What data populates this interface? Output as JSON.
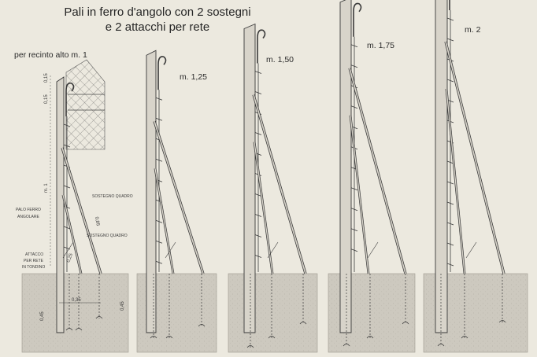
{
  "title_lines": [
    "Pali in ferro d'angolo con 2 sostegni",
    "e 2 attacchi per rete"
  ],
  "subtitle": "per recinto alto m. 1",
  "colors": {
    "paper": "#ece9df",
    "ground": "#cfcbc1",
    "ink": "#3a3a3a",
    "post": "#d8d4ca"
  },
  "posts": [
    {
      "label": "",
      "height_m": 1.0
    },
    {
      "label": "m. 1,25",
      "height_m": 1.25
    },
    {
      "label": "m. 1,50",
      "height_m": 1.5
    },
    {
      "label": "m. 1,75",
      "height_m": 1.75
    },
    {
      "label": "m. 2",
      "height_m": 2.0
    }
  ],
  "annotations": {
    "sostegno_top": "SOSTEGNO QUADRO",
    "sostegno_bottom": "SOSTEGNO QUADRO",
    "palo_line1": "PALO FERRO",
    "palo_line2": "ANGOLARE",
    "attacco_line1": "ATTACCO",
    "attacco_line2": "PER RETE",
    "attacco_line3": "IN TONDINO",
    "height_mark": "m. 1",
    "dim_top": "0,15",
    "dim_top2": "0,15",
    "dim_width": "0,35",
    "dim_depth": "0,45",
    "dim_depth2": "0,45",
    "dim_diag": "0,85",
    "dim_small": "0,25"
  }
}
